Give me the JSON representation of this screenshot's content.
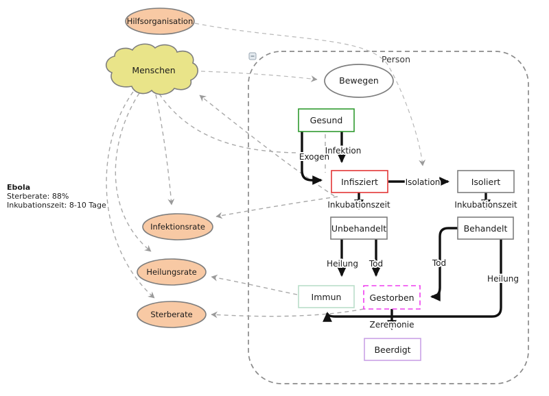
{
  "info_block": {
    "title": "Ebola",
    "line_sterberate": "Sterberate: 88%",
    "line_inkubationszeit": "Inkubationszeit: 8-10 Tage"
  },
  "container": {
    "label": "Person",
    "collapse_icon_glyph": "minus"
  },
  "environment_nodes": {
    "hilfsorganisation": "Hilfsorganisation",
    "menschen": "Menschen",
    "infektionsrate": "Infektionsrate",
    "heilungsrate": "Heilungsrate",
    "sterberate": "Sterberate"
  },
  "person_nodes": {
    "bewegen": "Bewegen",
    "gesund": "Gesund",
    "infisziert": "Infisziert",
    "isoliert": "Isoliert",
    "unbehandelt": "Unbehandelt",
    "behandelt": "Behandelt",
    "immun": "Immun",
    "gestorben": "Gestorben",
    "beerdigt": "Beerdigt"
  },
  "transitions": {
    "exogen": "Exogen",
    "infektion": "Infektion",
    "isolation": "Isolation",
    "inkubationszeit_links": "Inkubationszeit",
    "inkubationszeit_rechts": "Inkubationszeit",
    "heilung_links": "Heilung",
    "tod_mitte": "Tod",
    "tod_rechts": "Tod",
    "heilung_rechts": "Heilung",
    "zeremonie": "Zeremonie"
  },
  "colors": {
    "ellipse_fill": "#f8c9a4",
    "cloud_fill": "#e9e489",
    "shape_border": "#7d7d7d",
    "gesund_border": "#2e9a2e",
    "infisziert_border": "#e23535",
    "gray_state_border": "#7d7d7d",
    "immun_border": "#b9dec9",
    "gestorben_border": "#ee3cee",
    "beerdigt_border": "#c9a1e6",
    "transition_color": "#111111",
    "reference_link_color": "#a8a8a8"
  }
}
